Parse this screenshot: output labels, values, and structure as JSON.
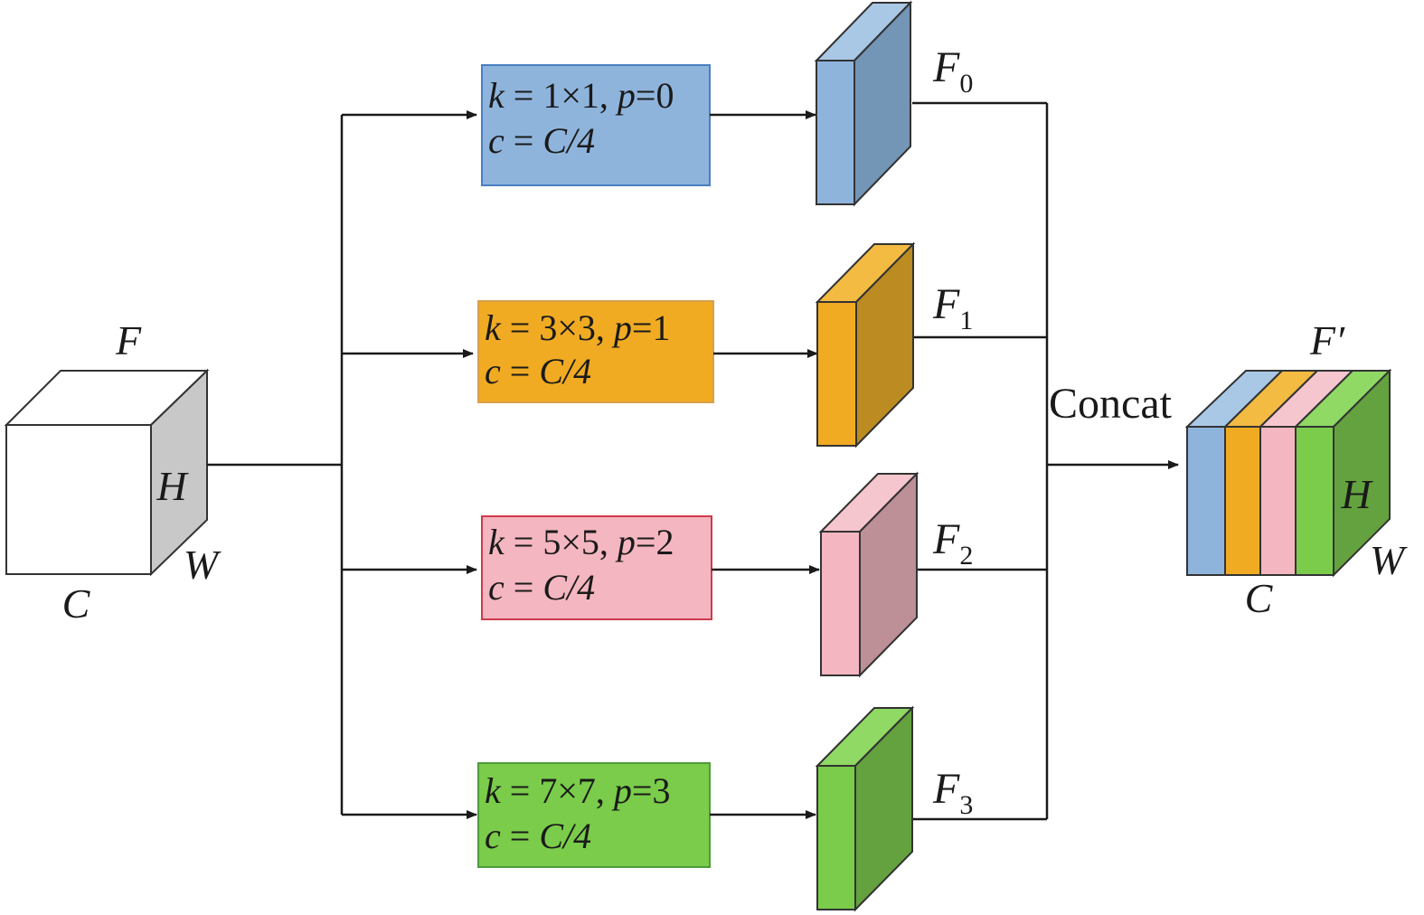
{
  "input": {
    "name": "F",
    "height": "H",
    "width": "W",
    "channels": "C"
  },
  "branches": [
    {
      "k_label": "k",
      "kernel": "1×1",
      "p_label": "p",
      "p_value": "=0",
      "c_label": "c",
      "c_value": "C/4",
      "out_name": "F",
      "out_sub": "0",
      "fill": "#8fb4dc",
      "stroke": "#4a7fc0",
      "side": "#7395b6",
      "top": "#a9c8e6"
    },
    {
      "k_label": "k",
      "kernel": "3×3",
      "p_label": "p",
      "p_value": "=1",
      "c_label": "c",
      "c_value": "C/4",
      "out_name": "F",
      "out_sub": "1",
      "fill": "#f0ab23",
      "stroke": "#d9a04a",
      "side": "#bc8b22",
      "top": "#f3bb42"
    },
    {
      "k_label": "k",
      "kernel": "5×5",
      "p_label": "p",
      "p_value": "=2",
      "c_label": "c",
      "c_value": "C/4",
      "out_name": "F",
      "out_sub": "2",
      "fill": "#f4b6c0",
      "stroke": "#cf3b4c",
      "side": "#bd8f97",
      "top": "#f6c6ce"
    },
    {
      "k_label": "k",
      "kernel": "7×7",
      "p_label": "p",
      "p_value": "=3",
      "c_label": "c",
      "c_value": "C/4",
      "out_name": "F",
      "out_sub": "3",
      "fill": "#7acc4a",
      "stroke": "#4f9a3a",
      "side": "#63a23f",
      "top": "#8fd964"
    }
  ],
  "concat_label": "Concat",
  "output": {
    "name": "F′",
    "height": "H",
    "width": "W",
    "channels": "C"
  }
}
